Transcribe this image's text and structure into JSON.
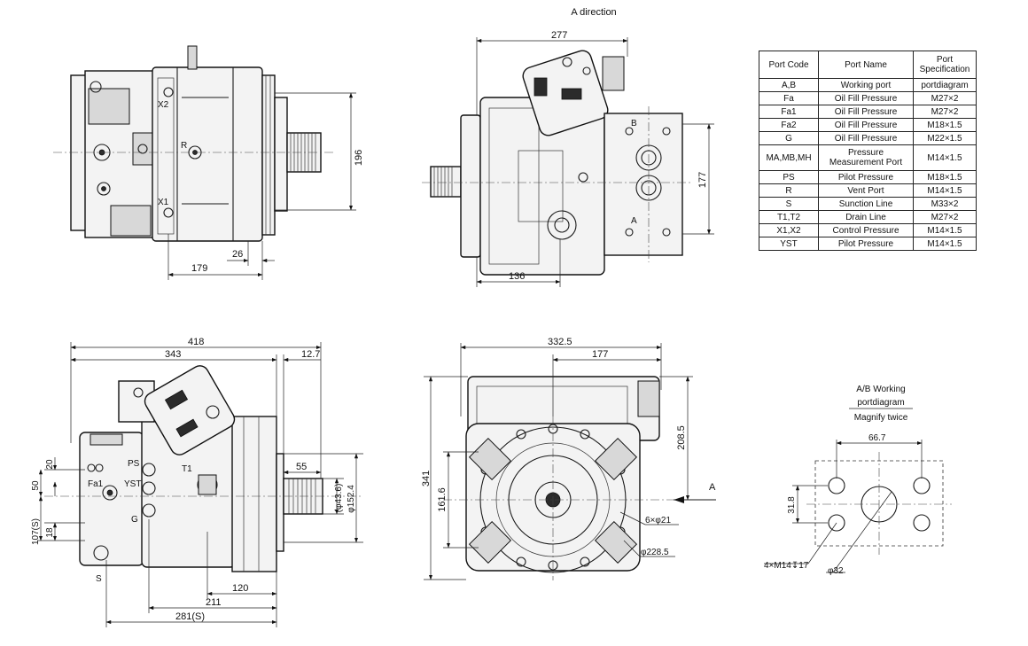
{
  "view_titles": {
    "a_direction": "A direction"
  },
  "dimensions": {
    "top_left": {
      "d196": "196",
      "d26": "26",
      "d179": "179",
      "x2": "X2",
      "x1": "X1",
      "r": "R"
    },
    "top_mid": {
      "d277": "277",
      "d177": "177",
      "d136": "136",
      "b": "B",
      "a": "A"
    },
    "bottom_left": {
      "d418": "418",
      "d343": "343",
      "d12_7": "12.7",
      "d55": "55",
      "d43_6": "(φ43.6)",
      "d152_4": "φ152.4",
      "d20": "20",
      "d50": "50",
      "d107s": "107(S)",
      "d18": "18",
      "d120": "120",
      "d211": "211",
      "d281s": "281(S)",
      "ps": "PS",
      "fa1": "Fa1",
      "yst": "YST",
      "g": "G",
      "t1": "T1",
      "s": "S"
    },
    "bottom_mid": {
      "d332_5": "332.5",
      "d177": "177",
      "d208_5": "208.5",
      "d341": "341",
      "d161_6": "161.6",
      "d6x21": "6×φ21",
      "d228_5": "φ228.5",
      "a_arrow": "A"
    }
  },
  "ab_detail": {
    "title_line1": "A/B Working",
    "title_line2": "portdiagram",
    "subtitle": "Magnify twice",
    "d66_7": "66.7",
    "d31_8": "31.8",
    "thread_note": "4×M14↧17",
    "bore_note": "φ32"
  },
  "port_table": {
    "headers": [
      "Port Code",
      "Port Name",
      "Port Specification"
    ],
    "rows": [
      [
        "A,B",
        "Working port",
        "portdiagram"
      ],
      [
        "Fa",
        "Oil Fill Pressure",
        "M27×2"
      ],
      [
        "Fa1",
        "Oil Fill Pressure",
        "M27×2"
      ],
      [
        "Fa2",
        "Oil Fill Pressure",
        "M18×1.5"
      ],
      [
        "G",
        "Oil Fill Pressure",
        "M22×1.5"
      ],
      [
        "MA,MB,MH",
        "Pressure Measurement Port",
        "M14×1.5"
      ],
      [
        "PS",
        "Pilot Pressure",
        "M18×1.5"
      ],
      [
        "R",
        "Vent Port",
        "M14×1.5"
      ],
      [
        "S",
        "Sunction Line",
        "M33×2"
      ],
      [
        "T1,T2",
        "Drain Line",
        "M27×2"
      ],
      [
        "X1,X2",
        "Control Pressure",
        "M14×1.5"
      ],
      [
        "YST",
        "Pilot Pressure",
        "M14×1.5"
      ]
    ]
  }
}
